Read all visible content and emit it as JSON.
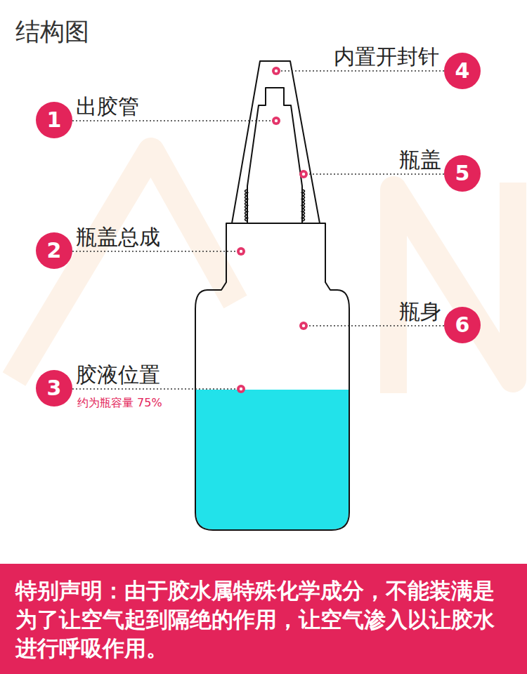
{
  "diagram": {
    "title": "结构图",
    "nodes": [
      {
        "text": [
          "4"
        ]
      },
      {
        "text": [
          "1"
        ]
      },
      {
        "text": [
          "5"
        ]
      },
      {
        "text": [
          "2"
        ]
      },
      {
        "text": [
          "6"
        ]
      },
      {
        "text": [
          "3"
        ]
      },
      {
        "text": [
          "特别声明：由于胶水属特殊化学成分，不能装满是 为了让空气起到隔绝的作用，让空气渗入以让胶水 进行呼吸作用。"
        ]
      }
    ],
    "labels": [
      "内置开封针",
      "出胶管",
      "瓶盖",
      "瓶盖总成",
      "瓶身",
      "胶液位置",
      "约为瓶容量 75%"
    ]
  }
}
